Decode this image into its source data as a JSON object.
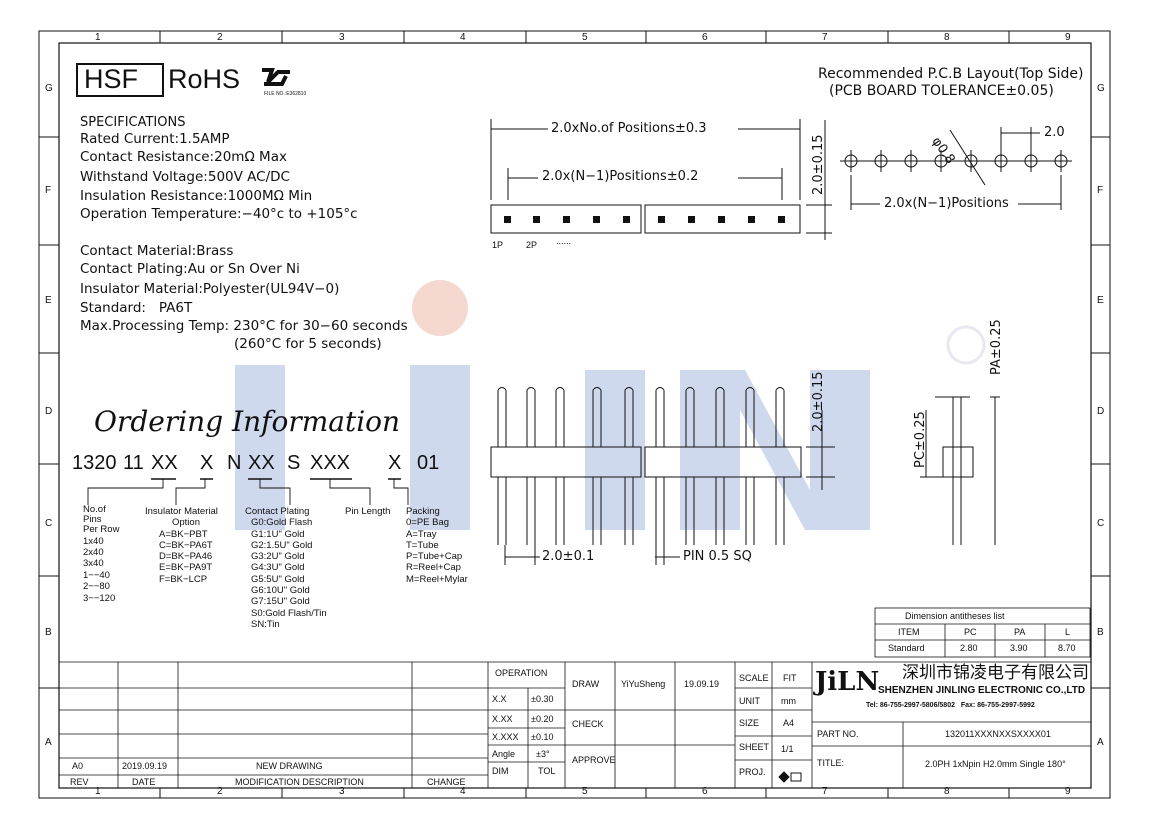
{
  "grid": {
    "cols": [
      "1",
      "2",
      "3",
      "4",
      "5",
      "6",
      "7",
      "8",
      "9"
    ],
    "rows": [
      "G",
      "F",
      "E",
      "D",
      "C",
      "B",
      "A"
    ]
  },
  "header": {
    "hsf": "HSF",
    "rohs": "RoHS",
    "ul_file": "FILE NO.:E362810"
  },
  "recommended": {
    "line1": "Recommended P.C.B Layout(Top Side)",
    "line2": "(PCB BOARD TOLERANCE±0.05)"
  },
  "specs": {
    "title": "SPECIFICATIONS",
    "lines": [
      "Rated Current:1.5AMP",
      "Contact Resistance:20mΩ Max",
      "Withstand Voltage:500V AC/DC",
      "Insulation Resistance:1000MΩ Min",
      "Operation Temperature:−40°c to +105°c"
    ],
    "materials": [
      "Contact Material:Brass",
      "Contact Plating:Au or Sn Over Ni",
      "Insulator Material:Polyester(UL94V−0)",
      "Standard:   PA6T",
      "Max.Processing Temp: 230°C for 30−60 seconds",
      "(260°C for 5 seconds)"
    ]
  },
  "ordering": {
    "title": "Ordering Information",
    "code": [
      "1320",
      "11",
      "XX",
      "X",
      "N",
      "XX",
      "S",
      "XXX",
      "X",
      "01"
    ],
    "pins": [
      "No.of",
      "Pins",
      "Per Row",
      "1x40",
      "2x40",
      "3x40",
      "1−−40",
      "2−−80",
      "3−−120"
    ],
    "insulator": [
      "Insulator Material",
      "Option",
      "A=BK−PBT",
      "C=BK−PA6T",
      "D=BK−PA46",
      "E=BK−PA9T",
      "F=BK−LCP"
    ],
    "plating": [
      "Contact Plating",
      "G0:Gold Flash",
      "G1:1U\" Gold",
      "G2:1.5U\" Gold",
      "G3:2U\" Gold",
      "G4:3U\" Gold",
      "G5:5U\" Gold",
      "G6:10U\" Gold",
      "G7:15U\" Gold",
      "S0:Gold Flash/Tin",
      "SN:Tin"
    ],
    "pin_length": "Pin Length",
    "packing": [
      "Packing",
      "0=PE Bag",
      "A=Tray",
      "T=Tube",
      "P=Tube+Cap",
      "R=Reel+Cap",
      "M=Reel+Mylar"
    ]
  },
  "dims": {
    "positions": "2.0xNo.of Positions±0.3",
    "n1_positions": "2.0x(N−1)Positions±0.2",
    "h_015": "2.0±0.15",
    "h_015b": "2.0±0.15",
    "pitch": "2.0±0.1",
    "pin_sq": "PIN 0.5 SQ",
    "pcb_hole": "φ0.8",
    "pcb_pitch": "2.0",
    "pcb_positions": "2.0x(N−1)Positions",
    "pc": "PC±0.25",
    "pa": "PA±0.25",
    "p1": "1P",
    "p2": "2P",
    "dots": "......"
  },
  "dim_table": {
    "title": "Dimension antitheses list",
    "headers": [
      "ITEM",
      "PC",
      "PA",
      "L"
    ],
    "row": [
      "Standard",
      "2.80",
      "3.90",
      "8.70"
    ]
  },
  "title_block": {
    "operation": "OPERATION",
    "draw": "DRAW",
    "drawer": "YiYuSheng",
    "date": "19.09.19",
    "scale": "SCALE",
    "fit": "FIT",
    "unit": "UNIT",
    "mm": "mm",
    "xx": "X.X",
    "xx_tol": "±0.30",
    "xxx": "X.XX",
    "xxx_tol": "±0.20",
    "xxxx": "X.XXX",
    "xxxx_tol": "±0.10",
    "angle": "Angle",
    "angle_tol": "±3°",
    "dimc": "DIM",
    "tol": "TOL",
    "check": "CHECK",
    "approve": "APPROVE",
    "size": "SIZE",
    "a4": "A4",
    "sheet": "SHEET",
    "sheet_no": "1/1",
    "proj": "PROJ.",
    "logo": "JiLN",
    "company_cn": "深圳市锦凌电子有限公司",
    "company_en": "SHENZHEN JINLING ELECTRONIC CO.,LTD",
    "tel": "Tel: 86-755-2997-5806/5802   Fax: 86-755-2997-5992",
    "part_no_label": "PART NO.",
    "part_no": "132011XXXNXXSXXXX01",
    "title_label": "TITLE:",
    "title": "2.0PH 1xNpin H2.0mm Single 180°",
    "rev_headers": [
      "REV",
      "DATE",
      "MODIFICATION DESCRIPTION",
      "CHANGE"
    ],
    "rev_row": [
      "A0",
      "2019.09.19",
      "NEW DRAWING"
    ]
  },
  "colors": {
    "line": "#111111",
    "watermark_blue": "#c9d5ec",
    "watermark_red": "#f4d4cc"
  }
}
